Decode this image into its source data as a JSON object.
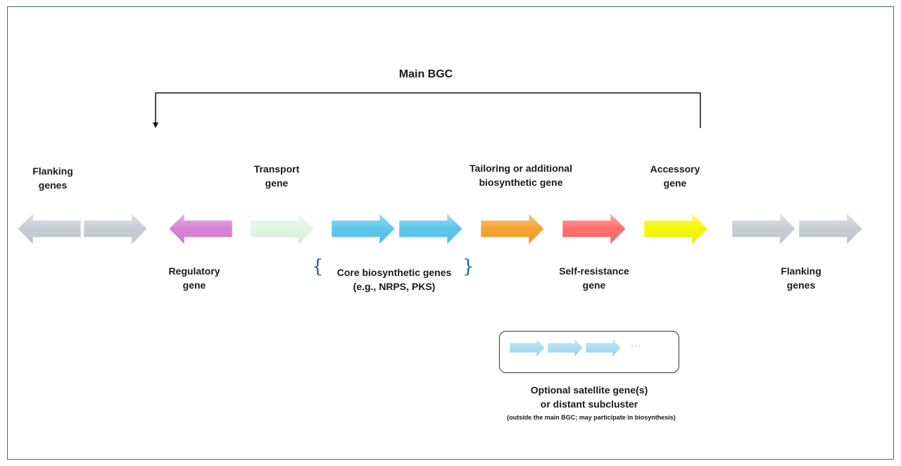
{
  "title": "Main BGC",
  "labels": {
    "flanking_left": "Flanking\ngenes",
    "transport": "Transport\ngene",
    "tailoring": "Tailoring or additional\nbiosynthetic gene",
    "accessory": "Accessory\ngene",
    "regulatory": "Regulatory\ngene",
    "core": "Core biosynthetic genes\n(e.g., NRPS, PKS)",
    "self_resistance": "Self-resistance\ngene",
    "flanking_right": "Flanking\ngenes",
    "satellite": "Optional satellite gene(s)\nor distant subcluster",
    "satellite_note": "(outside the main BGC; may participate in biosynthesis)",
    "brace_open": "{",
    "brace_close": "}",
    "ellipsis": "···"
  },
  "colors": {
    "flanking": "#c5ccd2",
    "regulatory": "#d57fd6",
    "transport": "#dff5e4",
    "core": "#5bc4ea",
    "tailoring": "#f4a12c",
    "self_resistance": "#ff6b6b",
    "accessory": "#f6f605",
    "satellite": "#a9dbf3",
    "frame": "#4a6c80",
    "brace": "#1f5f8a"
  },
  "genes": [
    {
      "id": "flank-l1",
      "role": "flanking",
      "direction": "left"
    },
    {
      "id": "flank-l2",
      "role": "flanking",
      "direction": "right"
    },
    {
      "id": "regulatory",
      "role": "regulatory",
      "direction": "left"
    },
    {
      "id": "transport",
      "role": "transport",
      "direction": "right"
    },
    {
      "id": "core-1",
      "role": "core",
      "direction": "right"
    },
    {
      "id": "core-2",
      "role": "core",
      "direction": "right"
    },
    {
      "id": "tailoring",
      "role": "tailoring",
      "direction": "right"
    },
    {
      "id": "self-resistance",
      "role": "self_resistance",
      "direction": "right"
    },
    {
      "id": "accessory",
      "role": "accessory",
      "direction": "right"
    },
    {
      "id": "flank-r1",
      "role": "flanking",
      "direction": "right"
    },
    {
      "id": "flank-r2",
      "role": "flanking",
      "direction": "right"
    }
  ],
  "satellite_genes": [
    {
      "id": "sat-1",
      "role": "satellite",
      "direction": "right"
    },
    {
      "id": "sat-2",
      "role": "satellite",
      "direction": "right"
    },
    {
      "id": "sat-3",
      "role": "satellite",
      "direction": "right"
    }
  ]
}
